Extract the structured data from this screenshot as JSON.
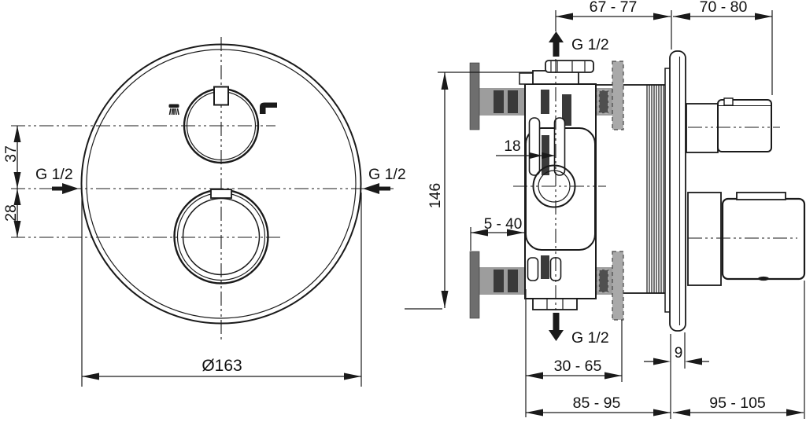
{
  "front_view": {
    "diameter": "Ø163",
    "offset_top": "37",
    "offset_bottom": "28",
    "connection_left": "G 1/2",
    "connection_right": "G 1/2"
  },
  "side_view": {
    "depth_front": "67 - 77",
    "depth_handles": "70 - 80",
    "connection_top": "G 1/2",
    "connection_bottom": "G 1/2",
    "height": "146",
    "center_offset": "18",
    "mount_range": "5 - 40",
    "body_depth_range": "30 - 65",
    "plate_thickness": "9",
    "total_depth_wall": "85 - 95",
    "total_depth_handle": "95 - 105"
  },
  "icons": {
    "front_left": "handshower-icon",
    "front_right": "spout-icon"
  },
  "colors": {
    "line": "#1a1a1a",
    "bracket_bar": "#6e6e6e",
    "wall_section": "#9d9d9d",
    "hatch_block": "#3a3a3a",
    "wall_dashed": "#a9a9a9"
  }
}
